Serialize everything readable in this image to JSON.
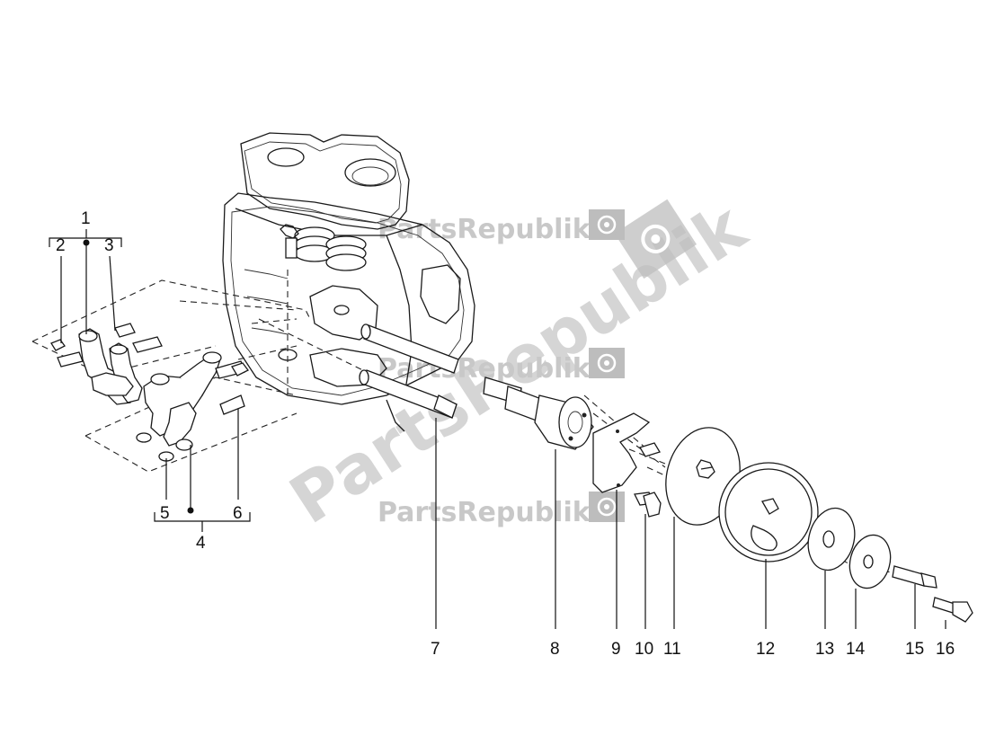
{
  "watermark": {
    "brand": "PartsRepublik",
    "colors": {
      "text": "#c8c8c8",
      "icon": "#bdbdbd"
    }
  },
  "callouts": [
    {
      "id": "1",
      "label": "1"
    },
    {
      "id": "2",
      "label": "2"
    },
    {
      "id": "3",
      "label": "3"
    },
    {
      "id": "4",
      "label": "4"
    },
    {
      "id": "5",
      "label": "5"
    },
    {
      "id": "6",
      "label": "6"
    },
    {
      "id": "7",
      "label": "7"
    },
    {
      "id": "8",
      "label": "8"
    },
    {
      "id": "9",
      "label": "9"
    },
    {
      "id": "10",
      "label": "10"
    },
    {
      "id": "11",
      "label": "11"
    },
    {
      "id": "12",
      "label": "12"
    },
    {
      "id": "13",
      "label": "13"
    },
    {
      "id": "14",
      "label": "14"
    },
    {
      "id": "15",
      "label": "15"
    },
    {
      "id": "16",
      "label": "16"
    }
  ]
}
